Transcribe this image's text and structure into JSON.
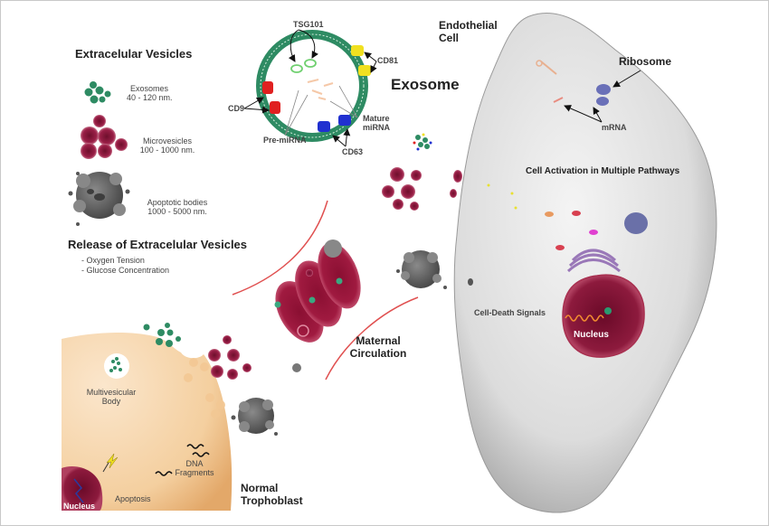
{
  "figure": {
    "title": "Extracellular vesicles release and endothelial cell activation",
    "colors": {
      "exosome_green": "#2e8b63",
      "microvesicle_red": "#8e1a3e",
      "apoptotic_gray": "#6a6a6a",
      "trophoblast_orange": "#f0c08a",
      "endothelial_gray": "#d8d8d8",
      "circulation_line": "#e05050",
      "cd9_red": "#e02020",
      "cd81_yellow": "#f0e020",
      "cd63_blue": "#2030d0",
      "tsg101_green": "#70d070"
    }
  },
  "legend": {
    "title": "Extracelular Vesicles",
    "items": [
      {
        "name": "Exosomes",
        "size": "40 - 120 nm."
      },
      {
        "name": "Microvesicles",
        "size": "100 - 1000 nm."
      },
      {
        "name": "Apoptotic bodies",
        "size": "1000 - 5000 nm."
      }
    ]
  },
  "release": {
    "title": "Release of Extracelular Vesicles",
    "factors": [
      "- Oxygen Tension",
      "- Glucose Concentration"
    ]
  },
  "exosome": {
    "title": "Exosome",
    "labels": {
      "tsg101": "TSG101",
      "cd81": "CD81",
      "cd9": "CD9",
      "cd63": "CD63",
      "pre_mirna": "Pre-miRNA",
      "mature_mirna_line1": "Mature",
      "mature_mirna_line2": "miRNA"
    }
  },
  "endothelial": {
    "title_line1": "Endothelial",
    "title_line2": "Cell",
    "ribosome": "Ribosome",
    "mrna": "mRNA",
    "activation": "Cell Activation in Multiple Pathways",
    "death_signals": "Cell-Death Signals",
    "nucleus": "Nucleus"
  },
  "circulation": {
    "line1": "Maternal",
    "line2": "Circulation"
  },
  "trophoblast": {
    "title_line1": "Normal",
    "title_line2": "Trophoblast",
    "mvb_line1": "Multivesicular",
    "mvb_line2": "Body",
    "dna_line1": "DNA",
    "dna_line2": "Fragments",
    "apoptosis": "Apoptosis",
    "nucleus": "Nucleus"
  }
}
